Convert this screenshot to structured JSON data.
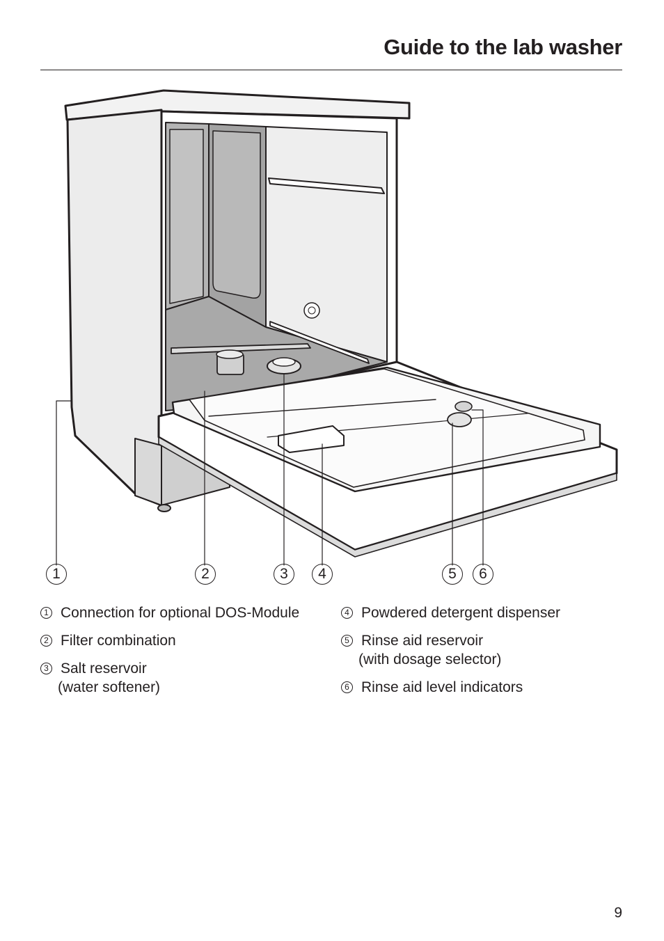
{
  "header": {
    "title": "Guide to the lab washer"
  },
  "callouts": [
    "1",
    "2",
    "3",
    "4",
    "5",
    "6"
  ],
  "legend": [
    {
      "marker": "1",
      "lines": [
        "Connection for optional DOS-Module"
      ]
    },
    {
      "marker": "2",
      "lines": [
        "Filter combination"
      ]
    },
    {
      "marker": "3",
      "lines": [
        "Salt reservoir",
        "(water softener)"
      ]
    },
    {
      "marker": "4",
      "lines": [
        "Powdered detergent dispenser"
      ]
    },
    {
      "marker": "5",
      "lines": [
        "Rinse aid reservoir",
        "(with dosage selector)"
      ]
    },
    {
      "marker": "6",
      "lines": [
        "Rinse aid level indicators"
      ]
    }
  ],
  "footer": {
    "page_number": "9"
  },
  "colors": {
    "ink": "#231f20",
    "cabinet_side": "#e6e6e6",
    "interior": "#a9a9a9",
    "door_inner": "#f3f3f3"
  }
}
